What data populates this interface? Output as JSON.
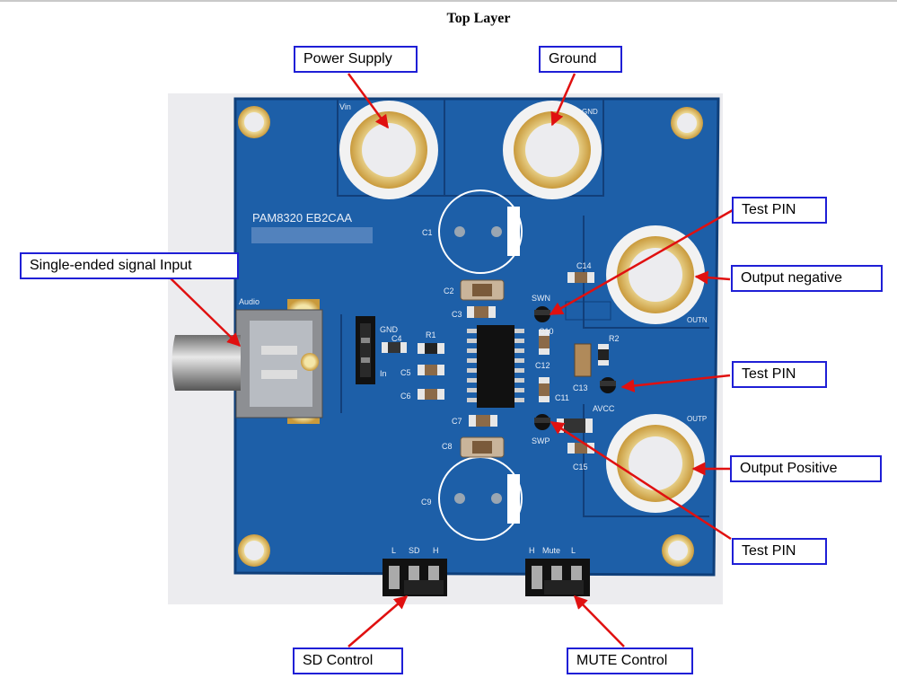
{
  "title": "Top Layer",
  "callouts": [
    {
      "id": "power-supply",
      "text": "Power Supply"
    },
    {
      "id": "ground",
      "text": "Ground"
    },
    {
      "id": "test-pin-swn",
      "text": "Test PIN"
    },
    {
      "id": "single-ended-input",
      "text": "Single-ended signal Input"
    },
    {
      "id": "output-negative",
      "text": "Output negative"
    },
    {
      "id": "test-pin-r2",
      "text": "Test PIN"
    },
    {
      "id": "output-positive",
      "text": "Output Positive"
    },
    {
      "id": "test-pin-swp",
      "text": "Test PIN"
    },
    {
      "id": "sd-control",
      "text": "SD Control"
    },
    {
      "id": "mute-control",
      "text": "MUTE Control"
    }
  ],
  "board": {
    "model": "PAM8320 EB2CAA",
    "pads": {
      "vin": "Vin",
      "gnd": "GND",
      "outn": "OUTN",
      "outp": "OUTP"
    },
    "audio": "Audio",
    "jumper": {
      "gnd": "GND",
      "in": "In"
    },
    "test_points": {
      "swn": "SWN",
      "swp": "SWP",
      "avcc": "AVCC"
    },
    "components": {
      "c1": "C1",
      "c2": "C2",
      "c3": "C3",
      "c4": "C4",
      "c5": "C5",
      "c6": "C6",
      "c7": "C7",
      "c8": "C8",
      "c9": "C9",
      "c10": "C10",
      "c11": "C11",
      "c12": "C12",
      "c13": "C13",
      "c14": "C14",
      "c15": "C15",
      "r1": "R1",
      "r2": "R2"
    },
    "sd_header": {
      "low": "L",
      "label": "SD",
      "high": "H"
    },
    "mute_header": {
      "high": "H",
      "label": "Mute",
      "low": "L"
    }
  }
}
